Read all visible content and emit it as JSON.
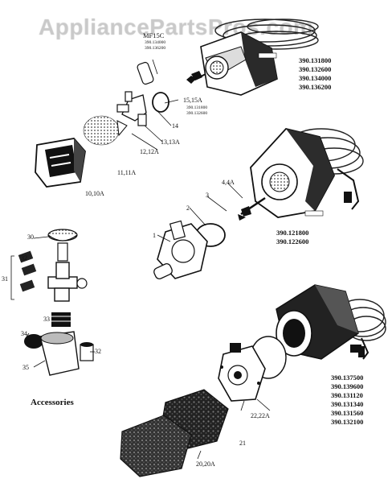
{
  "watermark": "AppliancePartsPros.com",
  "labels": {
    "mf15c": "MF15C",
    "mf15c_part1": "390.134000",
    "mf15c_part2": "390.136200",
    "part_15": "15,15A",
    "part_15_part1": "390.131800",
    "part_15_part2": "390.132600",
    "part_14": "14",
    "part_13": "13,13A",
    "part_12": "12,12A",
    "part_11": "11,11A",
    "part_10": "10,10A",
    "part_4": "4,4A",
    "part_3": "3",
    "part_2": "2",
    "part_1": "1",
    "part_30": "30",
    "part_31": "31",
    "part_32a": "32",
    "part_32b": "32",
    "part_33": "33",
    "part_34": "34",
    "part_35": "35",
    "part_22": "22,22A",
    "part_21": "21",
    "part_20": "20,20A",
    "accessories": "Accessories",
    "group1_parts": [
      "390.131800",
      "390.132600",
      "390.134000",
      "390.136200"
    ],
    "group2_parts": [
      "390.121800",
      "390.122600"
    ],
    "group3_parts": [
      "390.137500",
      "390.139600",
      "390.131120",
      "390.131340",
      "390.131560",
      "390.132100"
    ]
  },
  "colors": {
    "ink": "#111111",
    "watermark": "#c8c8c8",
    "background": "#ffffff"
  }
}
